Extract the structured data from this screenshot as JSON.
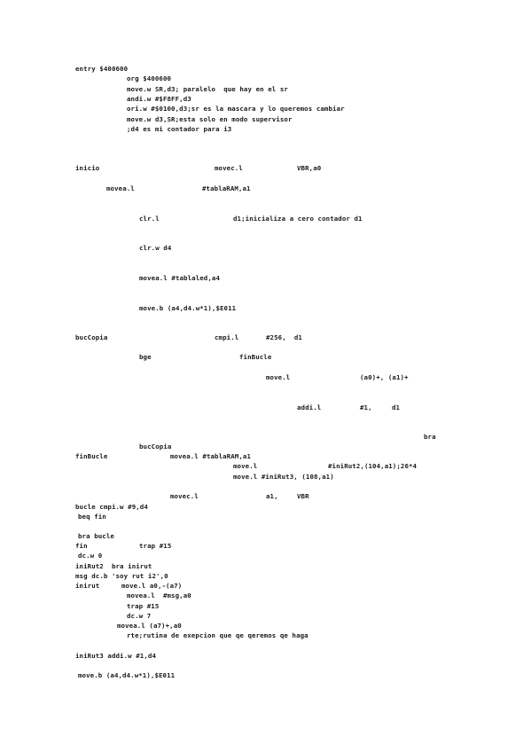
{
  "document": {
    "lines": [
      "entry $400600",
      "org $400600",
      "move.w SR,d3; paralelo  que hay en el sr",
      "andi.w #$F8FF,d3",
      "ori.w #$0100,d3;sr es la mascara y lo queremos cambiar",
      "move.w d3,SR;esta solo en modo supervisor",
      ";d4 es mi contador para i3",
      "inicio",
      "movec.l",
      "VBR,a0",
      "movea.l",
      "#tablaRAM,a1",
      "clr.l",
      "d1;inicializa a cero contador d1",
      "clr.w d4",
      "movea.l #tablaled,a4",
      "move.b (a4,d4.w*1),$E011",
      "bucCopia",
      "cmpi.l",
      "#256,  d1",
      "bge",
      "finBucle",
      "move.l",
      "(a0)+, (a1)+",
      "addi.l",
      "#1,",
      "d1",
      "bra",
      "bucCopia",
      "finBucle",
      "movea.l #tablaRAM,a1",
      "move.l",
      "#iniRut2,(104,a1);26*4",
      "move.l #iniRut3, (108,a1)",
      "movec.l",
      "a1,",
      "VBR",
      "bucle cmpi.w #9,d4",
      "beq fin",
      "bra bucle",
      "fin",
      "trap #15",
      "dc.w 0",
      "iniRut2  bra inirut",
      "msg dc.b 'soy rut i2',0",
      "inirut",
      "move.l a0,-(a7)",
      "movea.l  #msg,a0",
      "trap #15",
      "dc.w 7",
      "movea.l (a7)+,a0",
      "rte;rutina de exepcion que qe qeremos qe haga",
      "iniRut3 addi.w #1,d4",
      "move.b (a4,d4.w*1),$E011"
    ]
  }
}
